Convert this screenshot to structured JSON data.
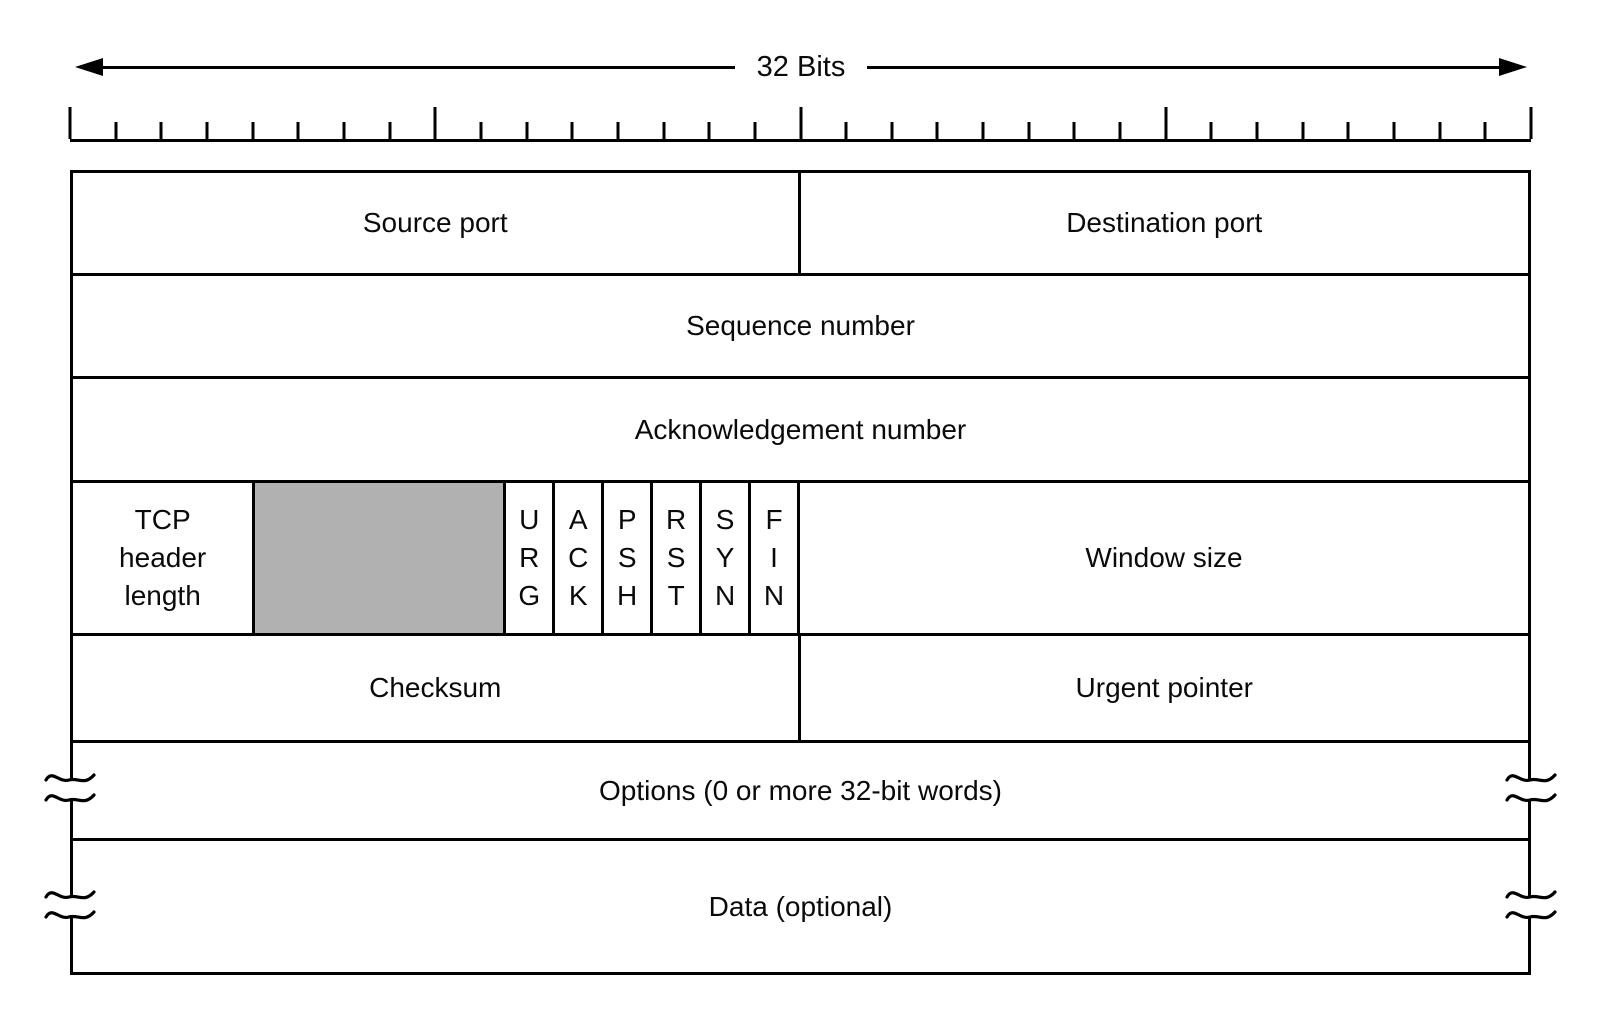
{
  "figure": {
    "title": "32 Bits",
    "colors": {
      "ink": "#000000",
      "reserved_fill": "#b1b1b1",
      "background": "#ffffff"
    },
    "ruler": {
      "bits": 32,
      "major_every": 8
    },
    "rows": {
      "row1": {
        "left": "Source port",
        "right": "Destination port"
      },
      "row2": {
        "label": "Sequence number"
      },
      "row3": {
        "label": "Acknowledgement number"
      },
      "row4": {
        "length_label": "TCP header length",
        "flags": [
          "URG",
          "ACK",
          "PSH",
          "RST",
          "SYN",
          "FIN"
        ],
        "window_label": "Window size"
      },
      "row5": {
        "left": "Checksum",
        "right": "Urgent pointer"
      },
      "row6": {
        "label": "Options (0 or more 32-bit words)"
      },
      "row7": {
        "label": "Data (optional)"
      }
    }
  }
}
